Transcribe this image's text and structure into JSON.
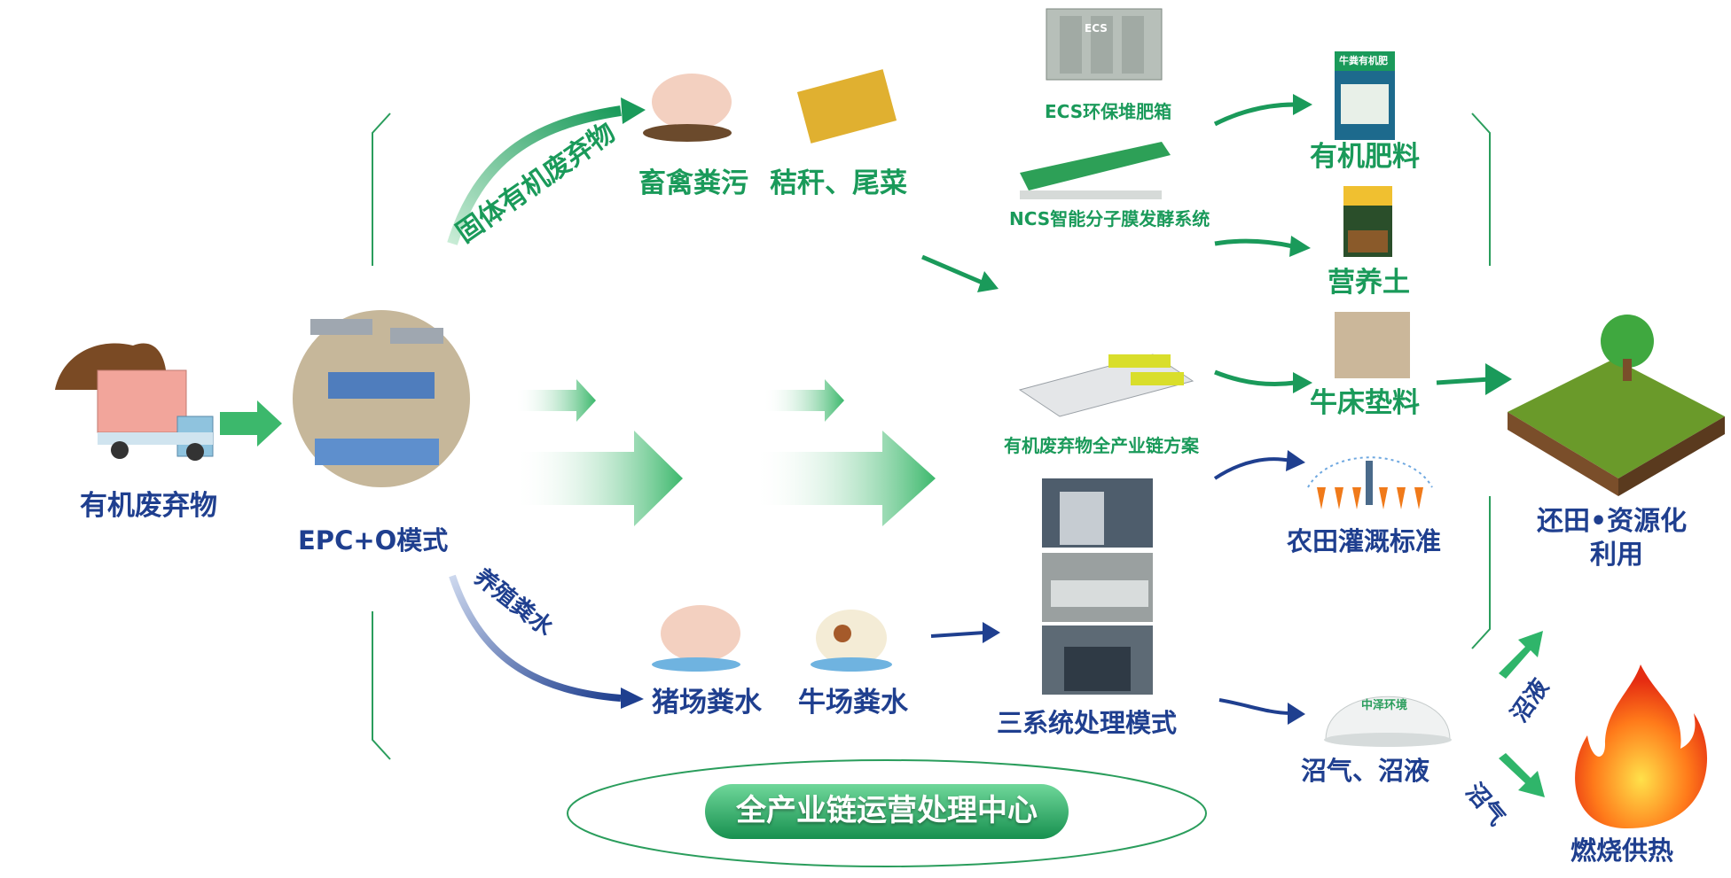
{
  "source": {
    "label": "有机废弃物"
  },
  "mode": {
    "label": "EPC+O模式"
  },
  "branches": {
    "solid": "固体有机废弃物",
    "water": "养殖粪水"
  },
  "solid_inputs": [
    "畜禽粪污",
    "秸秆、尾菜"
  ],
  "water_inputs": [
    "猪场粪水",
    "牛场粪水"
  ],
  "equipment": {
    "ecs_label": "ECS环保堆肥箱",
    "ncs_label": "NCS智能分子膜发酵系统",
    "chain_label": "有机废弃物全产业链方案",
    "three_label": "三系统处理模式",
    "ecs_box_text": "ECS",
    "digester_brand": "中泽环境"
  },
  "products": {
    "fertilizer": "有机肥料",
    "fertilizer_bag_text": "牛粪有机肥",
    "soil": "营养土",
    "bedding": "牛床垫料",
    "irrigation": "农田灌溉标准",
    "biogas": "沼气、沼液"
  },
  "outcomes": {
    "field_line1": "还田•资源化",
    "field_line2": "利用",
    "heat": "燃烧供热",
    "slurry_arrow": "沼液",
    "gas_arrow": "沼气"
  },
  "center_label": "全产业链运营处理中心",
  "colors": {
    "green": "#1a9a5a",
    "blue": "#1f3f8f",
    "light_green": "#5cc98a"
  }
}
